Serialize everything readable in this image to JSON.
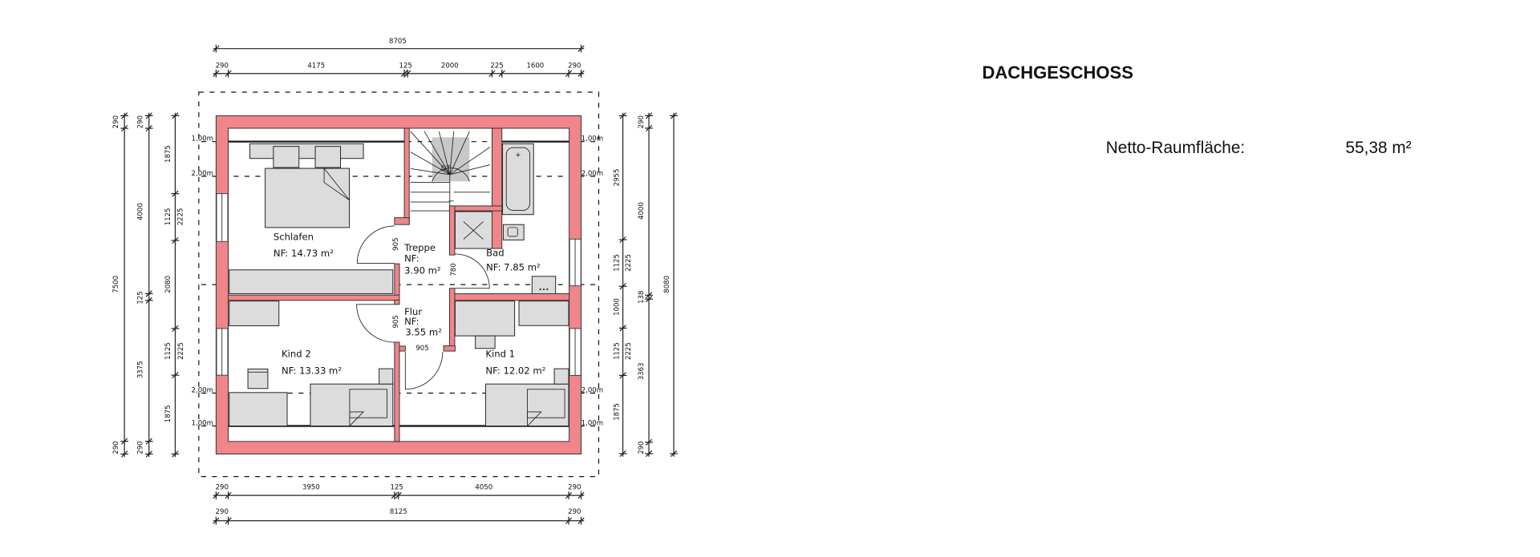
{
  "header": {
    "title": "DACHGESCHOSS",
    "net_area_label": "Netto-Raumfläche:",
    "net_area_value": "55,38 m²"
  },
  "rooms": [
    {
      "name": "Schlafen",
      "area": "NF: 14.73 m²"
    },
    {
      "name": "Treppe",
      "area_label": "NF:",
      "area": "3.90 m²"
    },
    {
      "name": "Bad",
      "area": "NF: 7.85 m²"
    },
    {
      "name": "Flur",
      "area_label": "NF:",
      "area": "3.55 m²"
    },
    {
      "name": "Kind 2",
      "area": "NF: 13.33 m²"
    },
    {
      "name": "Kind 1",
      "area": "NF: 12.02 m²"
    }
  ],
  "elevations": {
    "low": "1,00m",
    "high": "2,00m"
  },
  "doors": {
    "schlafen": "905",
    "bad": "780",
    "kind2": "905",
    "kind1": "905"
  },
  "stair_label": "DT",
  "dimensions": {
    "top_total": "8705",
    "top": [
      "290",
      "4175",
      "125",
      "2000",
      "225",
      "1600",
      "290"
    ],
    "bottom": [
      "290",
      "3950",
      "125",
      "4050",
      "290"
    ],
    "bottom_total": [
      "290",
      "8125",
      "290"
    ],
    "left_outer": [
      "290",
      "7500",
      "290"
    ],
    "left_middle": [
      "290",
      "4000",
      "125",
      "3375",
      "290"
    ],
    "left_inner": [
      "1875",
      "1125",
      "2225",
      "2080",
      "1125",
      "2225",
      "1875"
    ],
    "right_inner": [
      "2955",
      "1125",
      "2225",
      "1000",
      "1125",
      "2225",
      "1875"
    ],
    "right_middle": [
      "290",
      "4000",
      "138",
      "3363",
      "290"
    ],
    "right_outer": "8080"
  },
  "colors": {
    "wall": "#f0858a",
    "furniture": "#dcdcdc",
    "line": "#222222"
  }
}
